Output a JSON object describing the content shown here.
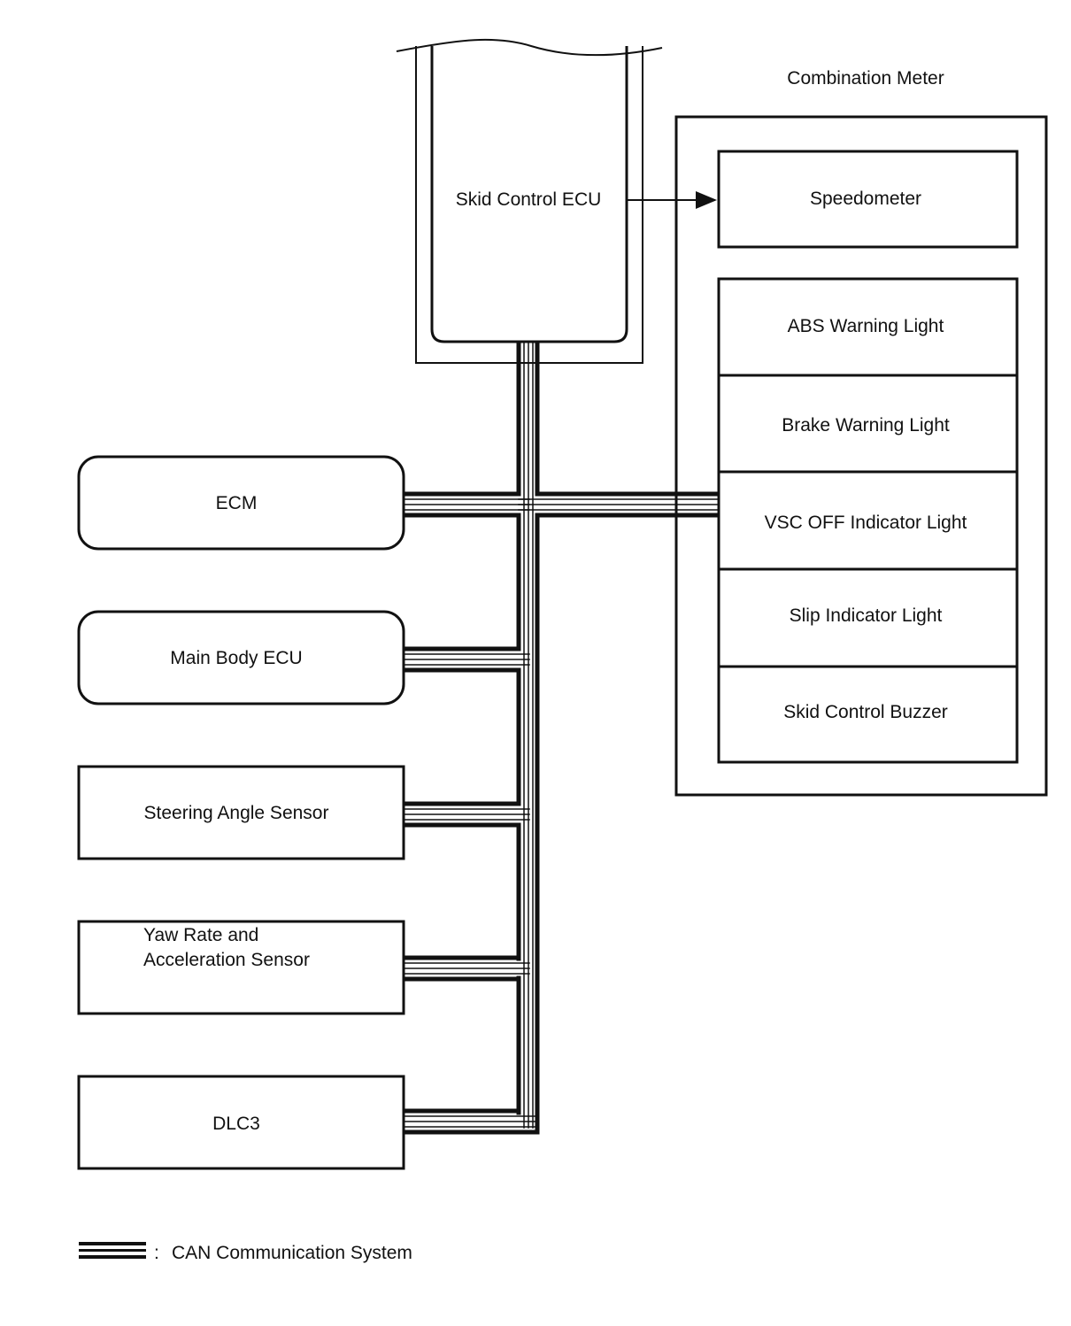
{
  "combination_meter": {
    "title": "Combination Meter",
    "items": [
      "Speedometer",
      "ABS Warning Light",
      "Brake Warning Light",
      "VSC OFF Indicator Light",
      "Slip Indicator Light",
      "Skid Control Buzzer"
    ]
  },
  "skid_control_ecu": {
    "label": "Skid Control ECU"
  },
  "left_nodes": [
    {
      "label": "ECM"
    },
    {
      "label": "Main Body ECU"
    },
    {
      "label": "Steering Angle Sensor"
    },
    {
      "label_lines": [
        "Yaw Rate and",
        "Acceleration Sensor"
      ]
    },
    {
      "label": "DLC3"
    }
  ],
  "legend": {
    "text": "CAN Communication System",
    "separator": ":"
  },
  "colors": {
    "line": "#111111",
    "background": "#ffffff"
  }
}
